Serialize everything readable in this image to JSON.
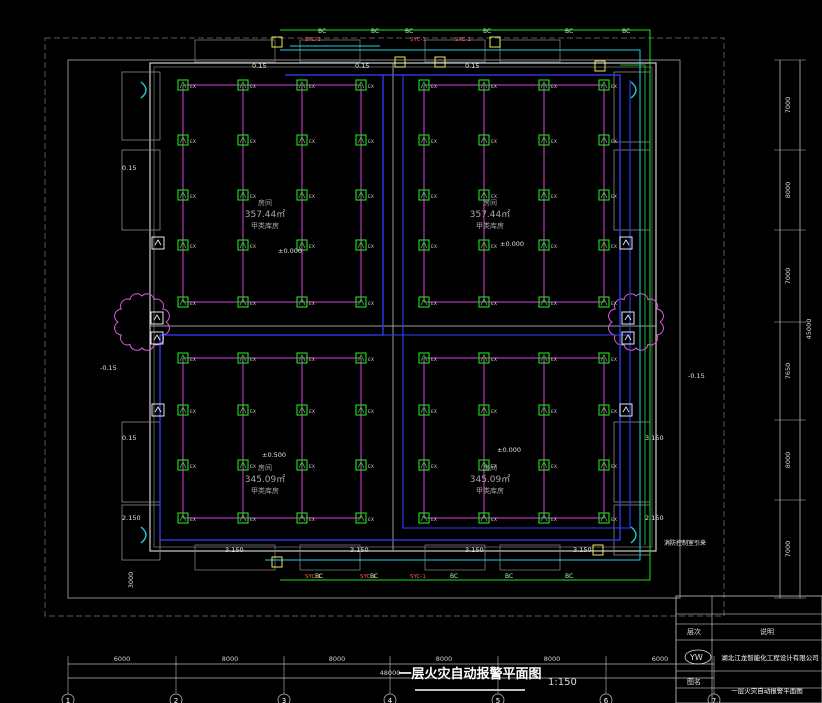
{
  "drawing": {
    "title": "一层火灾自动报警平面图",
    "scale": "1:150",
    "title_block": {
      "company": "湖北江龙智能化工程设计有限公司",
      "drawing_name": "一层火灾自动报警平面图",
      "row_labels": [
        "层次",
        "图名"
      ],
      "header_label": "说明",
      "logo_text": "YW"
    },
    "rooms": [
      {
        "label": "房间",
        "area": "357.44㎡",
        "type": "甲类库房"
      },
      {
        "label": "房间",
        "area": "357.44㎡",
        "type": "甲类库房"
      },
      {
        "label": "房间",
        "area": "345.09㎡",
        "type": "甲类库房"
      },
      {
        "label": "房间",
        "area": "345.09㎡",
        "type": "甲类库房"
      }
    ],
    "elevations": [
      "0.15",
      "0.15",
      "0.15",
      "±0.000",
      "±0.000",
      "-0.15",
      "-0.15",
      "0.15",
      "±0.500",
      "±0.000",
      "0.15",
      "2.150",
      "2.150",
      "3.150",
      "3.150",
      "3.150",
      "3.150",
      "3.150"
    ],
    "dimensions_bottom": [
      "6000",
      "8000",
      "8000",
      "8000",
      "8000",
      "6000"
    ],
    "dimension_total": "48000",
    "dimensions_right": [
      "7000",
      "8000",
      "7000",
      "7650",
      "8000",
      "7000"
    ],
    "dimension_right_total": "45000",
    "dimension_left": "3000",
    "axis_numbers": [
      "1",
      "2",
      "3",
      "4",
      "5",
      "6",
      "7"
    ],
    "device_label": "EX",
    "note_right": "消防控制室引来"
  }
}
